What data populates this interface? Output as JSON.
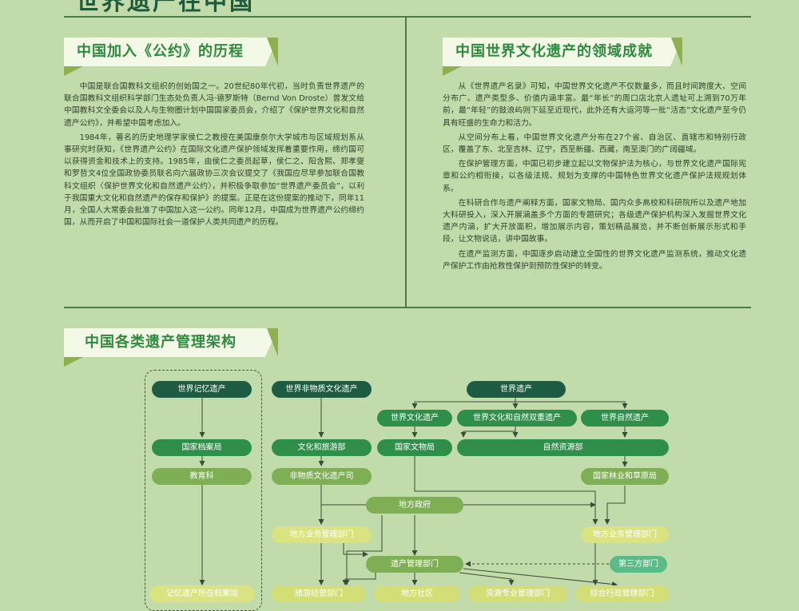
{
  "page": {
    "title": "世界遗产在中国"
  },
  "sections": {
    "history": {
      "heading": "中国加入《公约》的历程",
      "paragraphs": [
        "中国是联合国教科文组织的创始国之一。20世纪80年代初，当时负责世界遗产的联合国教科文组织科学部门生态处负责人冯·德罗斯特（Bernd Von Droste）曾发文给中国教科文全委会以及人与生物圈计划中国国家委员会，介绍了《保护世界文化和自然遗产公约》，并希望中国考虑加入。",
        "1984年，著名的历史地理学家侯仁之教授在美国康奈尔大学城市与区域规划系从事研究时获知，《世界遗产公约》在国际文化遗产保护领域发挥着重要作用，缔约国可以获得资金和技术上的支持。1985年，由侯仁之委员起草，侯仁之、阳含熙、郑孝燮和罗哲文4位全国政协委员联名向六届政协三次会议提交了《我国应尽早参加联合国教科文组织〈保护世界文化和自然遗产公约〉，并积极争取参加“世界遗产委员会”，以利于我国重大文化和自然遗产的保存和保护》的提案。正是在这份提案的推动下，同年11月，全国人大常委会批准了中国加入这一公约。同年12月，中国成为世界遗产公约缔约国，从而开启了中国和国际社会一道保护人类共同遗产的历程。"
      ]
    },
    "achievements": {
      "heading": "中国世界文化遗产的领域成就",
      "paragraphs": [
        "从《世界遗产名录》可知，中国世界文化遗产不仅数量多，而且时间跨度大、空间分布广、遗产类型多、价值内涵丰富。最“年长”的周口店北京人遗址可上溯到70万年前，最“年轻”的鼓浪屿则下延至近现代，此外还有大运河等一批“活态”文化遗产至今仍具有旺盛的生命力和活力。",
        "从空间分布上看，中国世界文化遗产分布在27个省、自治区、直辖市和特别行政区，覆盖了东、北至吉林、辽宁，西至新疆、西藏，南至澳门的广阔疆域。",
        "在保护管理方面，中国已初步建立起以文物保护法为核心，与世界文化遗产国际宪章和公约相衔接，以各级法规、规划为支撑的中国特色世界文化遗产保护法规规划体系。",
        "在科研合作与遗产阐释方面，国家文物局、国内众多高校和科研院所以及遗产地加大科研投入，深入开展涵盖多个方面的专题研究；各级遗产保护机构深入发掘世界文化遗产内涵，扩大开放面积，增加展示内容，策划精品展览，并不断创新展示形式和手段，让文物说话，讲中国故事。",
        "在遗产监测方面，中国逐步启动建立全国性的世界文化遗产监测系统，推动文化遗产保护工作由抢救性保护到预防性保护的转变。"
      ]
    },
    "framework": {
      "heading": "中国各类遗产管理架构"
    }
  },
  "diagram": {
    "memory_heritage": "世界记忆遗产",
    "national_archives": "国家档案局",
    "education_dept": "教育科",
    "memory_archives": "记忆遗产所在档案馆",
    "intangible_heritage": "世界非物质文化遗产",
    "culture_tourism": "文化和旅游部",
    "intangible_dept": "非物质文化遗产司",
    "world_heritage": "世界遗产",
    "cultural_heritage": "世界文化遗产",
    "mixed_heritage": "世界文化和自然双重遗产",
    "natural_heritage": "世界自然遗产",
    "cultural_relics": "国家文物局",
    "natural_resources": "自然资源部",
    "forestry": "国家林业和草原局",
    "local_gov": "地方政府",
    "local_business_left": "地方业务管理部门",
    "local_business_right": "地方业务管理部门",
    "heritage_mgmt": "遗产管理部门",
    "third_party": "第三方部门",
    "tourism_ops": "旅游经营部门",
    "local_community": "地方社区",
    "resource_mgmt": "资源专业管理部门",
    "admin_mgmt": "综合行政管理部门"
  },
  "colors": {
    "background": "#c1dcaa",
    "dark_node": "#1e5b44",
    "mid_node": "#2f8f4a",
    "light_node": "#7faf55",
    "yellow_node": "#d9e380",
    "teal_node": "#5bbb86",
    "heading_text": "#2f8a3f"
  }
}
